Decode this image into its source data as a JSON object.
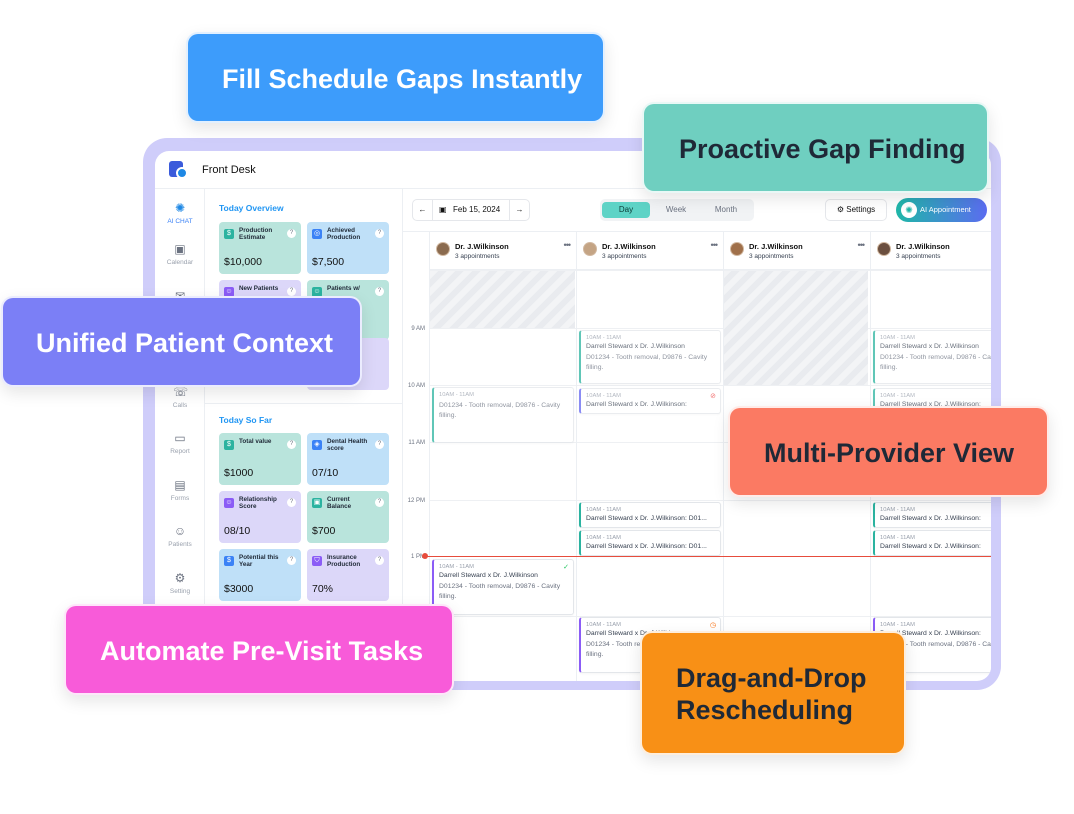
{
  "app": {
    "title": "Front Desk"
  },
  "rail": [
    {
      "label": "AI CHAT",
      "icon": "ai-chat-icon",
      "active": true
    },
    {
      "label": "Calendar",
      "icon": "calendar-icon"
    },
    {
      "label": "Calls",
      "icon": "phone-icon"
    },
    {
      "label": "Report",
      "icon": "report-icon"
    },
    {
      "label": "Forms",
      "icon": "forms-icon"
    },
    {
      "label": "Patients",
      "icon": "patients-icon"
    },
    {
      "label": "Setting",
      "icon": "gear-icon"
    }
  ],
  "overview": {
    "title": "Today Overview",
    "cards": [
      {
        "label": "Production Estimate",
        "value": "$10,000",
        "color": "green"
      },
      {
        "label": "Achieved Production",
        "value": "$7,500",
        "color": "blue"
      },
      {
        "label": "New Patients",
        "value": "",
        "color": "purple"
      },
      {
        "label": "Patients w/",
        "value": "",
        "color": "green"
      }
    ]
  },
  "sofar": {
    "title": "Today So Far",
    "cards": [
      {
        "label": "Total value",
        "value": "$1000",
        "color": "green"
      },
      {
        "label": "Dental Health score",
        "value": "07/10",
        "color": "blue"
      },
      {
        "label": "Relationship Score",
        "value": "08/10",
        "color": "purple"
      },
      {
        "label": "Current Balance",
        "value": "$700",
        "color": "green"
      },
      {
        "label": "Potential this Year",
        "value": "$3000",
        "color": "blue"
      },
      {
        "label": "Insurance Production",
        "value": "70%",
        "color": "purple"
      }
    ]
  },
  "toolbar": {
    "date": "Feb 15, 2024",
    "views": [
      "Day",
      "Week",
      "Month"
    ],
    "active_view": "Day",
    "settings_label": "Settings",
    "ai_button_label": "AI Appointment"
  },
  "times": [
    "9 AM",
    "10 AM",
    "11 AM",
    "12 PM",
    "1 PM"
  ],
  "providers": [
    {
      "name": "Dr. J.Wilkinson",
      "count": "3 appointments"
    },
    {
      "name": "Dr. J.Wilkinson",
      "count": "3 appointments"
    },
    {
      "name": "Dr. J.Wilkinson",
      "count": "3 appointments"
    },
    {
      "name": "Dr. J.Wilkinson",
      "count": "3 appointments"
    }
  ],
  "appointments": {
    "time": "10AM - 11AM",
    "title": "Darrell Steward x Dr. J.Wilkinson",
    "title_cut": "Darrell Steward x Dr. J.Wilkinson: D01...",
    "title_colon": "Darrell Steward x Dr. J.Wilkinson:",
    "detail": "D01234 - Tooth removal, D9876 - Cavity filling."
  },
  "callouts": {
    "fill": "Fill Schedule Gaps Instantly",
    "proactive": "Proactive Gap Finding",
    "unified": "Unified Patient Context",
    "multi": "Multi-Provider View",
    "automate": "Automate Pre-Visit Tasks",
    "drag_line1": "Drag-and-Drop",
    "drag_line2": "Rescheduling"
  },
  "colors": {
    "fill": "#3d9cfb",
    "proactive": "#6fcfc0",
    "unified": "#7b7ff6",
    "multi": "#fb7a63",
    "automate": "#f85bd9",
    "drag": "#f89016"
  }
}
